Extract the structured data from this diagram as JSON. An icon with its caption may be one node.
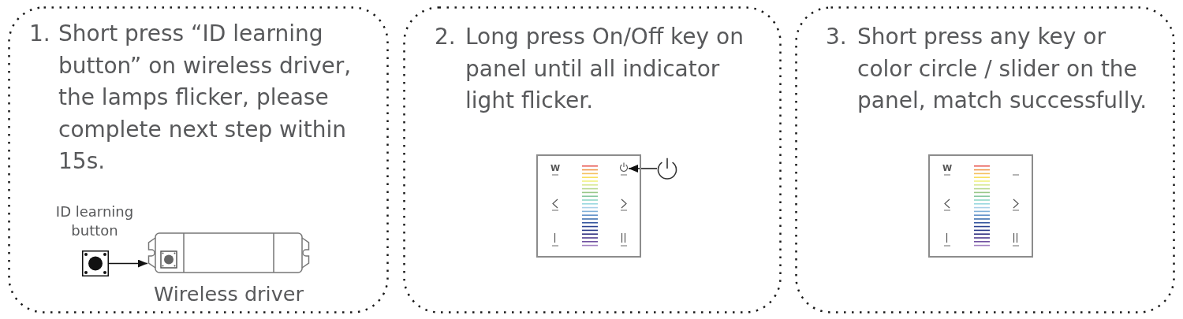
{
  "diagram": {
    "nodes": [
      {
        "text": [
          "1.",
          "Short press “ID learning button” on wireless driver, the lamps flicker, please complete next step within 15s."
        ]
      },
      {
        "text": [],
        "shape": "picture",
        "in": 0,
        "beside": [
          "ID learning button"
        ]
      },
      {
        "text": [
          "Wireless driver"
        ],
        "in": 0
      },
      {
        "text": [
          "2.",
          "Long press On/Off key on panel until all indicator light flicker."
        ]
      },
      {
        "text": [
          "W"
        ],
        "in": 3
      },
      {
        "text": [],
        "shape": "picture",
        "in": 4
      },
      {
        "text": [],
        "shape": "picture",
        "in": 3
      },
      {
        "text": [
          "3.",
          "Short press any key or color circle / slider on the panel, match successfully."
        ]
      },
      {
        "text": [
          "W"
        ],
        "in": 7
      }
    ],
    "edges": [
      {
        "from": 1,
        "to": 2,
        "arrow": "to"
      },
      {
        "from": 6,
        "to": 5,
        "arrow": "to"
      }
    ]
  }
}
